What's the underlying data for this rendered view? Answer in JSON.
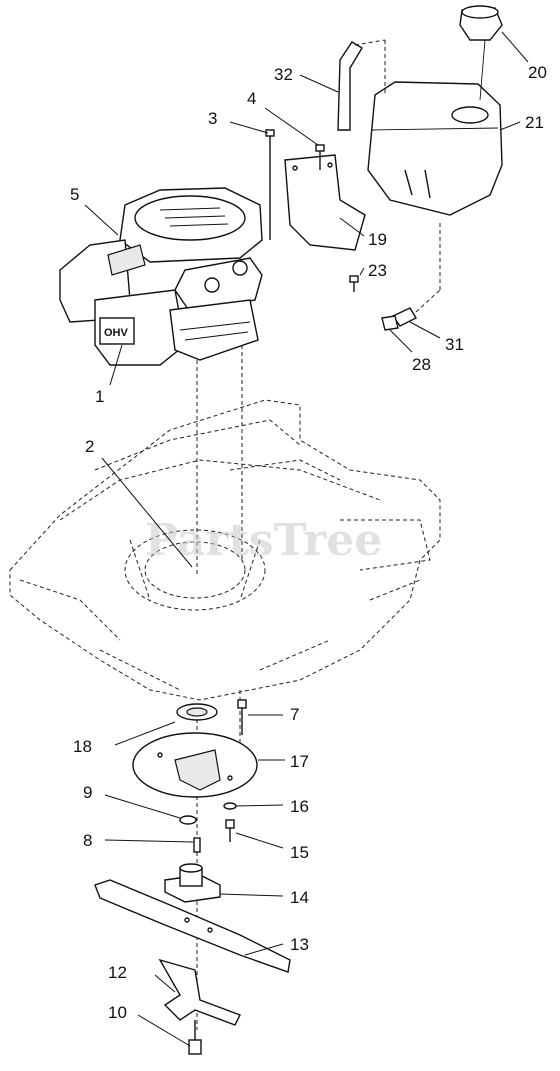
{
  "watermark": "PartsTree",
  "engine_label": "OHV",
  "callouts": {
    "c1": "1",
    "c2": "2",
    "c3": "3",
    "c4": "4",
    "c5": "5",
    "c7": "7",
    "c8": "8",
    "c9": "9",
    "c10": "10",
    "c12": "12",
    "c13": "13",
    "c14": "14",
    "c15": "15",
    "c16": "16",
    "c17": "17",
    "c18": "18",
    "c19": "19",
    "c20": "20",
    "c21": "21",
    "c23": "23",
    "c28": "28",
    "c31": "31",
    "c32": "32"
  }
}
